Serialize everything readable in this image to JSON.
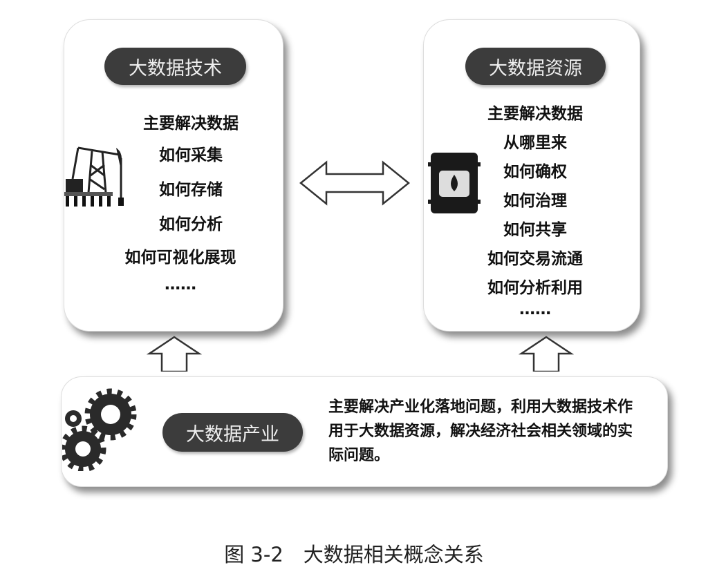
{
  "technology": {
    "title": "大数据技术",
    "lines": [
      "主要解决数据",
      "如何采集",
      "如何存储",
      "如何分析",
      "如何可视化展现",
      "……"
    ]
  },
  "resource": {
    "title": "大数据资源",
    "lines": [
      "主要解决数据",
      "从哪里来",
      "如何确权",
      "如何治理",
      "如何共享",
      "如何交易流通",
      "如何分析利用",
      "……"
    ]
  },
  "industry": {
    "title": "大数据产业",
    "description": "主要解决产业化落地问题，利用大数据技术作用于大数据资源，解决经济社会相关领域的实际问题。"
  },
  "caption": "图 3-2　大数据相关概念关系"
}
